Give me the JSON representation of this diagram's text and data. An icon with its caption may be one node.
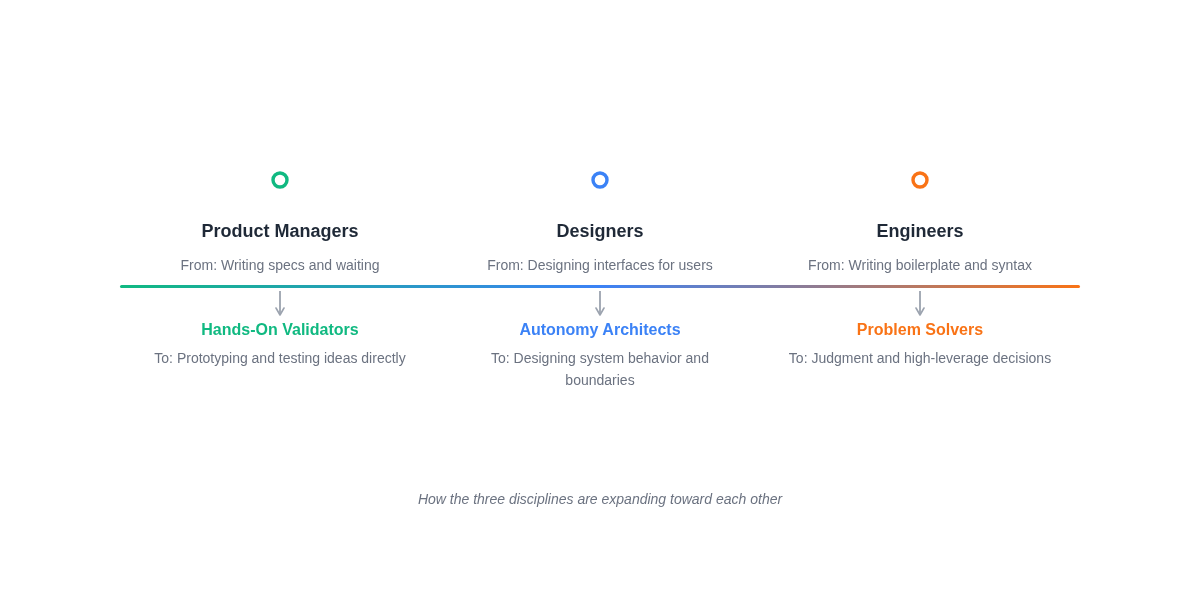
{
  "diagram": {
    "caption": "How the three disciplines are expanding toward each other",
    "nodes": [
      {
        "text": [
          "Product Managers",
          "From: Writing specs and waiting"
        ]
      },
      {
        "text": [
          "Designers",
          "From: Designing interfaces for users"
        ]
      },
      {
        "text": [
          "Engineers",
          "From: Writing boilerplate and syntax"
        ]
      },
      {
        "text": [
          "Hands-On Validators",
          "To: Prototyping and testing ideas directly"
        ]
      },
      {
        "text": [
          "Autonomy Architects",
          "To: Designing system behavior and boundaries"
        ]
      },
      {
        "text": [
          "Problem Solvers",
          "To: Judgment and high-leverage decisions"
        ]
      }
    ],
    "edges": [
      {
        "from": 0,
        "to": 3,
        "arrow": "to"
      },
      {
        "from": 1,
        "to": 4,
        "arrow": "to"
      },
      {
        "from": 2,
        "to": 5,
        "arrow": "to"
      }
    ]
  }
}
